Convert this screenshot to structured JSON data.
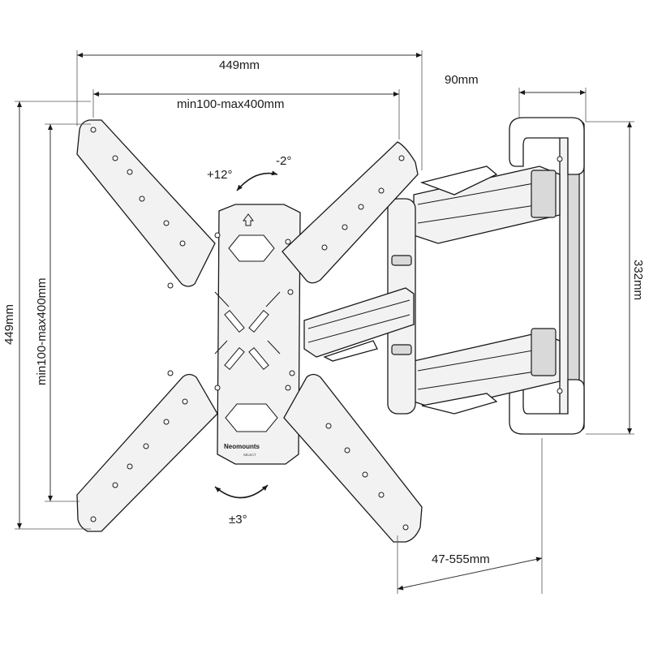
{
  "dimensions": {
    "overall_width": "449mm",
    "vesa_width": "min100-max400mm",
    "wall_depth": "90mm",
    "overall_height": "449mm",
    "vesa_height": "min100-max400mm",
    "wall_plate_height": "332mm",
    "extension": "47-555mm"
  },
  "rotations": {
    "tilt_up": "+12°",
    "tilt_down": "-2°",
    "rotate": "±3°"
  },
  "brand": {
    "name": "Neomounts",
    "sub": "SELECT"
  },
  "colors": {
    "line": "#1a1a1a",
    "fill": "#f2f2f2"
  }
}
